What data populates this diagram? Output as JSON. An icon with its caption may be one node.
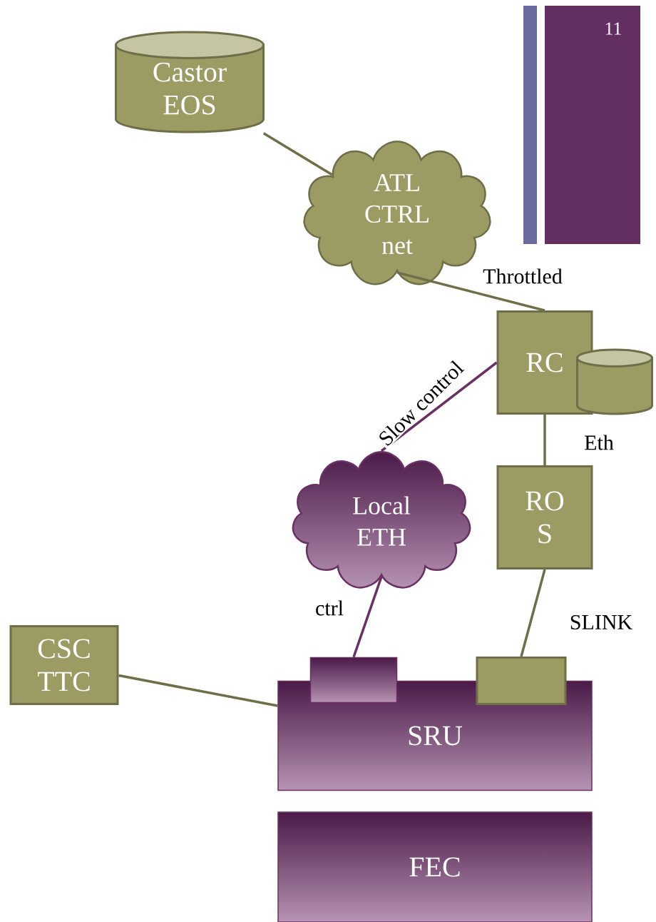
{
  "diagram": {
    "nodes": [
      {
        "text": [
          "Castor EOS"
        ]
      },
      {
        "text": [
          "ATL CTRL net"
        ]
      },
      {
        "text": [
          "RC"
        ]
      },
      {
        "text": [],
        "shape": "cylinder"
      },
      {
        "text": [
          "RO S"
        ]
      },
      {
        "text": [
          "Local ETH"
        ]
      },
      {
        "text": [
          "CSC TTC"
        ]
      },
      {
        "text": [
          "SRU"
        ]
      },
      {
        "text": [],
        "shape": "box"
      },
      {
        "text": [],
        "shape": "box"
      },
      {
        "text": [
          "FEC"
        ]
      }
    ],
    "edges": [
      {
        "from": 0,
        "to": 1,
        "arrow": "none"
      },
      {
        "from": 1,
        "to": 2,
        "arrow": "none",
        "label": "Throttled"
      },
      {
        "from": 2,
        "to": 5,
        "arrow": "none",
        "label": "Slow control",
        "color": "#6a2f63"
      },
      {
        "from": 2,
        "to": 4,
        "arrow": "none",
        "label": "Eth"
      },
      {
        "from": 4,
        "to": 9,
        "arrow": "none",
        "label": "SLINK"
      },
      {
        "from": 5,
        "to": 8,
        "arrow": "none",
        "label": "ctrl",
        "color": "#6a2f63"
      },
      {
        "from": 6,
        "to": 7,
        "arrow": "none"
      }
    ],
    "labels": [
      "11"
    ]
  }
}
